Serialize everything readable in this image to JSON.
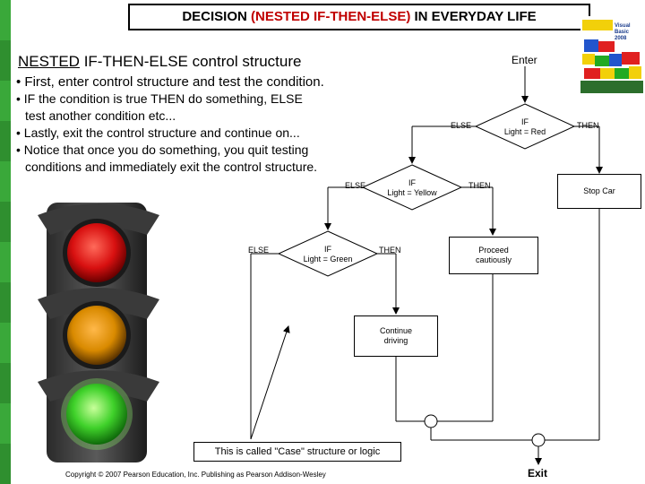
{
  "title": {
    "prefix": "DECISION ",
    "highlight": "(NESTED IF-THEN-ELSE)",
    "suffix": " IN EVERYDAY LIFE"
  },
  "heading": {
    "underlined": "NESTED",
    "rest": " IF-THEN-ELSE control structure"
  },
  "bullets": [
    "• First, enter control structure and test the condition.",
    "• IF the condition is true THEN do something,  ELSE",
    "test another condition etc...",
    "• Lastly, exit the control structure and continue on...",
    "• Notice that once you do something,  you quit testing",
    "conditions and immediately exit the control structure."
  ],
  "flowchart": {
    "enter": "Enter",
    "exit": "Exit",
    "decisions": [
      {
        "cond_if": "IF",
        "cond": "Light = Red",
        "else_label": "ELSE",
        "then_label": "THEN"
      },
      {
        "cond_if": "IF",
        "cond": "Light = Yellow",
        "else_label": "ELSE",
        "then_label": "THEN"
      },
      {
        "cond_if": "IF",
        "cond": "Light = Green",
        "else_label": "ELSE",
        "then_label": "THEN"
      }
    ],
    "actions": [
      {
        "line1": "Stop Car",
        "line2": ""
      },
      {
        "line1": "Proceed",
        "line2": "cautiously"
      },
      {
        "line1": "Continue",
        "line2": "driving"
      }
    ]
  },
  "caption": "This is called \"Case\" structure or  logic",
  "copyright": "Copyright © 2007 Pearson Education, Inc. Publishing as Pearson Addison-Wesley",
  "logo": {
    "line1": "Visual Basic",
    "line2": "2008"
  },
  "colors": {
    "title_highlight": "#c00000",
    "stripe_green": "#2f9e2f",
    "light_red": "#d81010",
    "light_amber": "#d98a00",
    "light_green": "#3fd12a"
  }
}
